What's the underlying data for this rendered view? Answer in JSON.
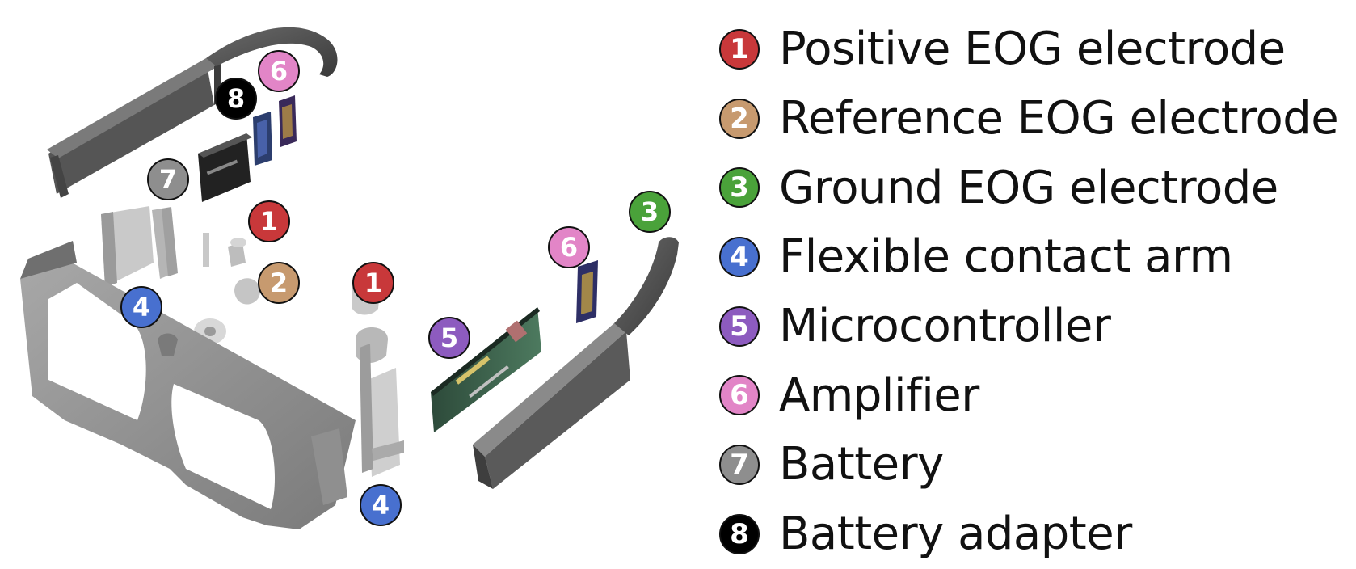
{
  "colors": {
    "1": "#c8383a",
    "2": "#c79a6f",
    "3": "#4aa23a",
    "4": "#4870cf",
    "5": "#8d5bbf",
    "6": "#e285c7",
    "7": "#8e8e8e",
    "8": "#000000"
  },
  "legend": [
    {
      "num": "1",
      "label": "Positive EOG electrode"
    },
    {
      "num": "2",
      "label": "Reference EOG electrode"
    },
    {
      "num": "3",
      "label": "Ground EOG electrode"
    },
    {
      "num": "4",
      "label": "Flexible contact arm"
    },
    {
      "num": "5",
      "label": "Microcontroller"
    },
    {
      "num": "6",
      "label": "Amplifier"
    },
    {
      "num": "7",
      "label": "Battery"
    },
    {
      "num": "8",
      "label": "Battery adapter"
    }
  ],
  "callouts": [
    "6",
    "8",
    "7",
    "1",
    "2",
    "4",
    "1",
    "5",
    "6",
    "3",
    "4"
  ]
}
